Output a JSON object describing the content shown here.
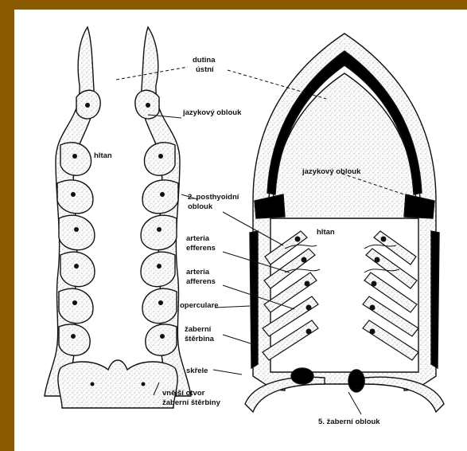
{
  "labels": {
    "dutina_line1": "dutina",
    "dutina_line2": "ústní",
    "jazykovy_left": "jazykový oblouk",
    "hltan_left": "hltan",
    "jazykovy_right": "jazykový oblouk",
    "posthyoidni_line1": "2. posthyoidní",
    "posthyoidni_line2": "oblouk",
    "hltan_right": "hltan",
    "efferens_line1": "arteria",
    "efferens_line2": "efferens",
    "afferens_line1": "arteria",
    "afferens_line2": "afferens",
    "operculare": "operculare",
    "zaberni_line1": "žaberní",
    "zaberni_line2": "štěrbina",
    "skrele": "skřele",
    "vnejsi_line1": "vnější otvor",
    "vnejsi_line2": "žaberní štěrbiny",
    "paty_oblouk": "5. žaberní oblouk"
  },
  "colors": {
    "frame": "#8a5a00",
    "paper": "#ffffff",
    "ink": "#111111",
    "cartilage": "#000000"
  }
}
